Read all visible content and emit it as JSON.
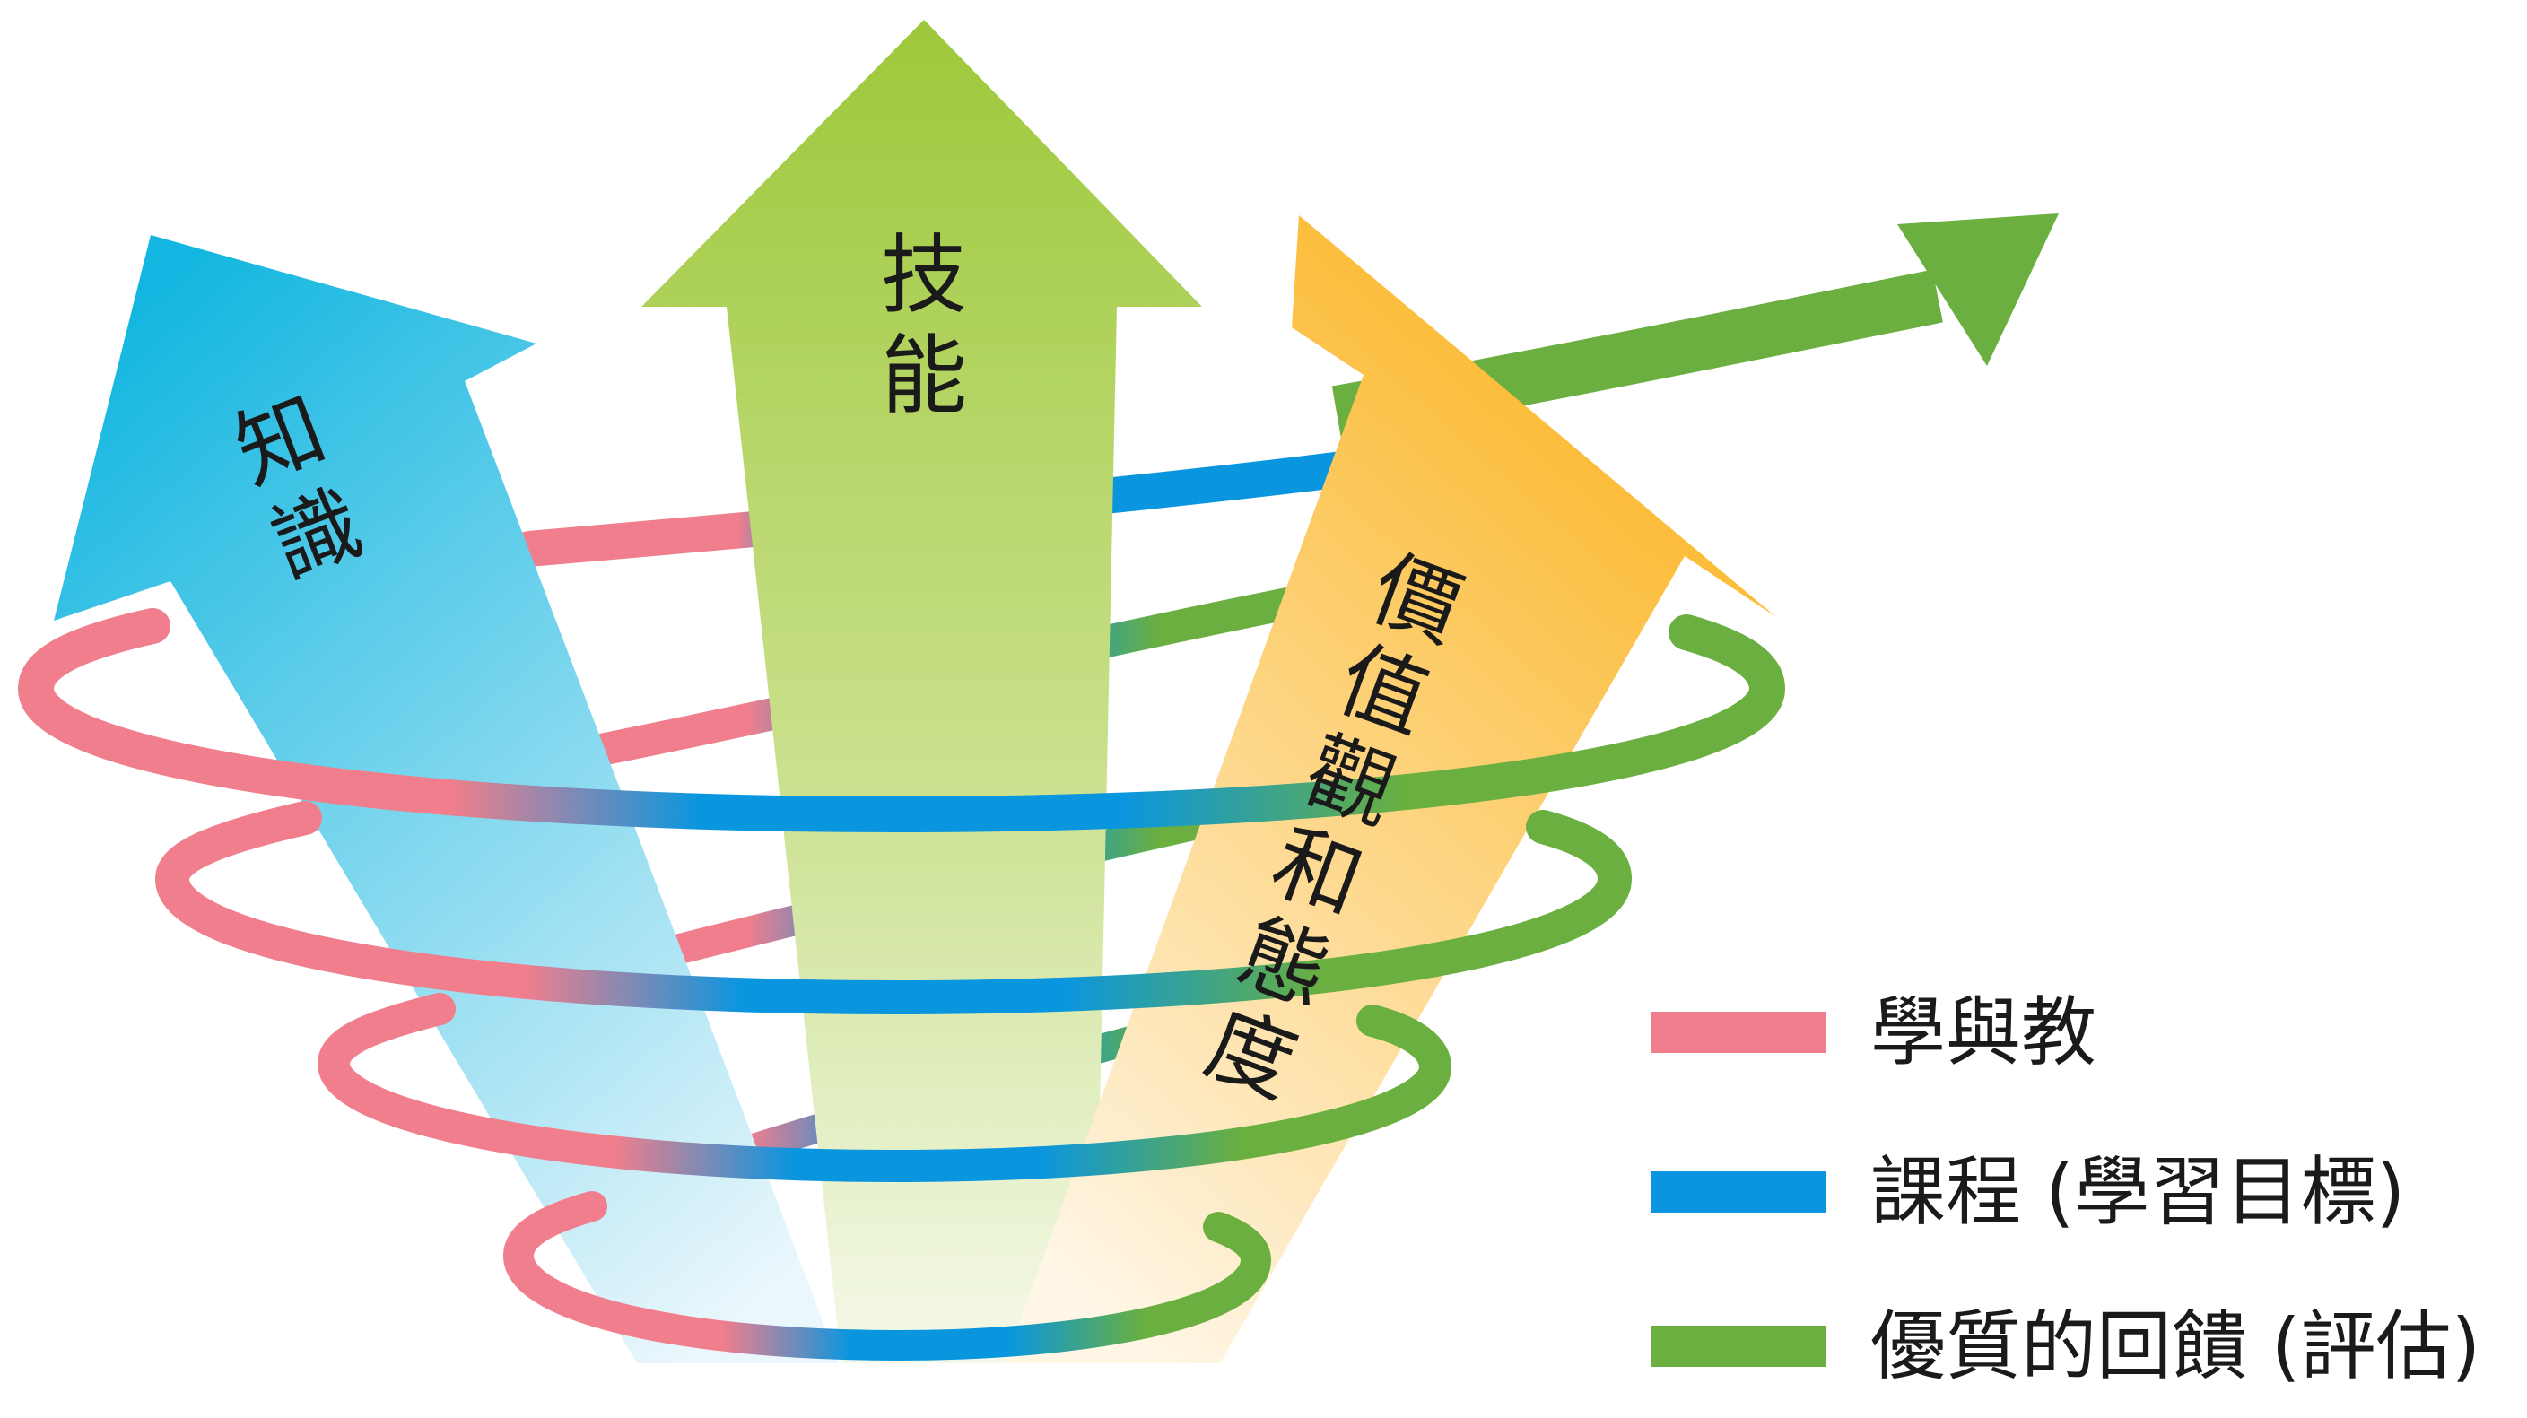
{
  "arrows": {
    "knowledge": {
      "label": "知識",
      "color_top": "#12b6e0",
      "color_bottom": "#e4f5fb"
    },
    "skills": {
      "label": "技能",
      "color_top": "#a3cb3a",
      "color_bottom": "#f1f7df"
    },
    "values": {
      "label": "價值觀和態度",
      "color_top": "#fbb623",
      "color_bottom": "#fff3df"
    }
  },
  "legend": [
    {
      "label": "學與教",
      "color": "#f07e8c"
    },
    {
      "label": "課程 (學習目標)",
      "color": "#0a96df"
    },
    {
      "label": "優質的回饋 (評估)",
      "color": "#6aaf3f"
    }
  ],
  "colors": {
    "pink": "#f07e8c",
    "blue": "#0a96df",
    "green": "#6aaf3f"
  }
}
